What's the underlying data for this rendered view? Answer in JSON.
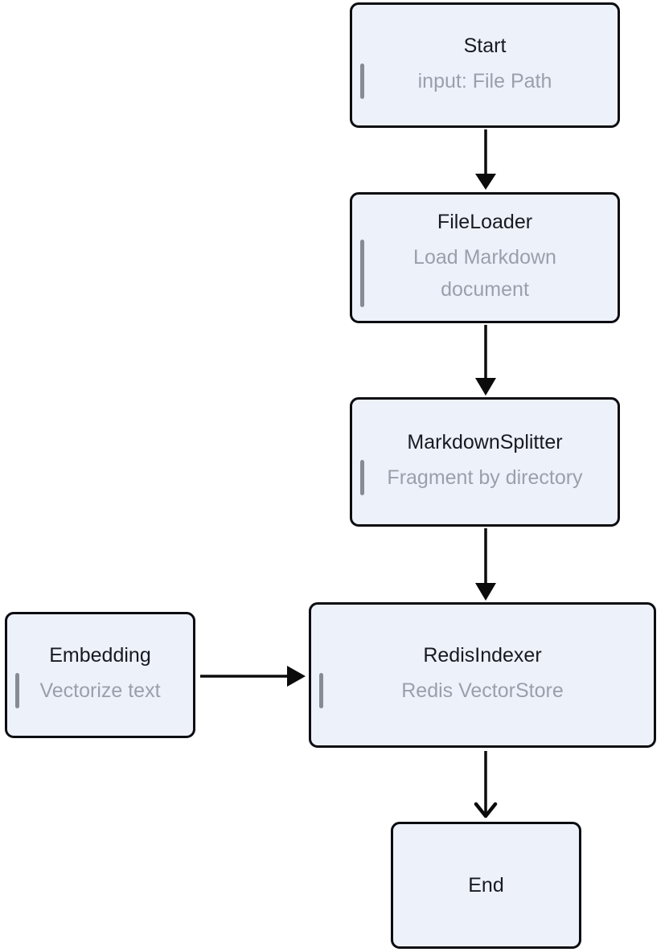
{
  "diagram": {
    "type": "flowchart",
    "background": "#ffffff",
    "node_fill": "#edf1fa",
    "node_border_color": "#0c0d11",
    "title_color": "#181a22",
    "subtitle_color": "#9aa0ab",
    "accent_bar_color": "#868b95",
    "arrow_color": "#0b0b0b",
    "nodes": {
      "start": {
        "title": "Start",
        "subtitle": "input: File Path"
      },
      "fileloader": {
        "title": "FileLoader",
        "subtitle": "Load Markdown document"
      },
      "markdownsplitter": {
        "title": "MarkdownSplitter",
        "subtitle": "Fragment by directory"
      },
      "embedding": {
        "title": "Embedding",
        "subtitle": "Vectorize text"
      },
      "redisindexer": {
        "title": "RedisIndexer",
        "subtitle": "Redis VectorStore"
      },
      "end": {
        "title": "End"
      }
    },
    "edges": [
      {
        "from": "Start",
        "to": "FileLoader",
        "arrowhead": "filled-triangle",
        "direction": "down"
      },
      {
        "from": "FileLoader",
        "to": "MarkdownSplitter",
        "arrowhead": "filled-triangle",
        "direction": "down"
      },
      {
        "from": "MarkdownSplitter",
        "to": "RedisIndexer",
        "arrowhead": "filled-triangle",
        "direction": "down"
      },
      {
        "from": "Embedding",
        "to": "RedisIndexer",
        "arrowhead": "filled-triangle",
        "direction": "right"
      },
      {
        "from": "RedisIndexer",
        "to": "End",
        "arrowhead": "open-chevron",
        "direction": "down"
      }
    ]
  }
}
